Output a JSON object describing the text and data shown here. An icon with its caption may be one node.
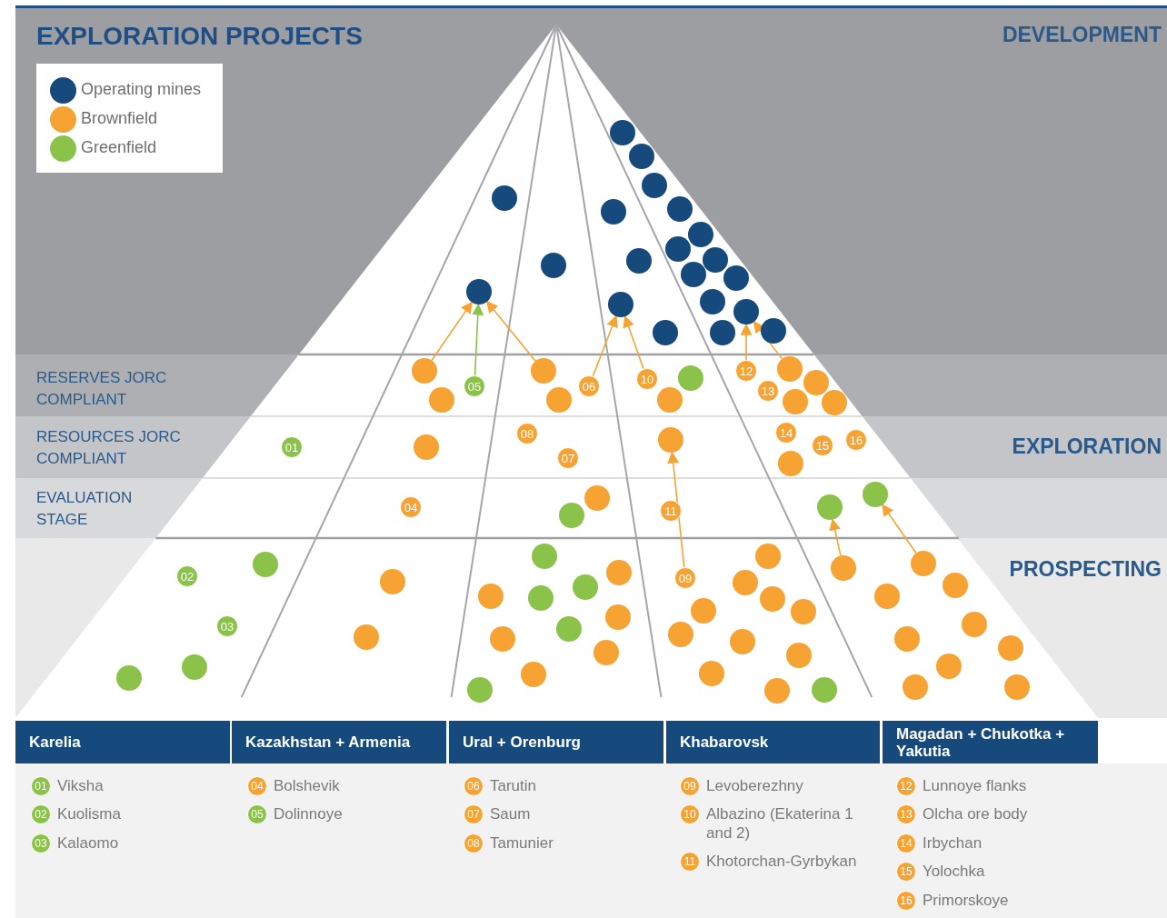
{
  "diagram": {
    "title": "EXPLORATION PROJECTS",
    "nodes": [
      {
        "text": [],
        "shape": "circle"
      },
      {
        "text": [],
        "shape": "circle"
      },
      {
        "text": [],
        "shape": "circle"
      },
      {
        "text": [],
        "shape": "circle"
      },
      {
        "text": [],
        "shape": "circle"
      },
      {
        "text": [],
        "shape": "circle"
      },
      {
        "text": [],
        "shape": "circle"
      },
      {
        "text": [],
        "shape": "circle"
      },
      {
        "text": [],
        "shape": "circle"
      },
      {
        "text": [],
        "shape": "circle"
      },
      {
        "text": [],
        "shape": "circle"
      },
      {
        "text": [],
        "shape": "circle"
      },
      {
        "text": [],
        "shape": "circle"
      },
      {
        "text": [],
        "shape": "circle"
      },
      {
        "text": [],
        "shape": "circle"
      },
      {
        "text": [],
        "shape": "circle"
      },
      {
        "text": [],
        "shape": "circle"
      },
      {
        "text": [],
        "shape": "circle"
      },
      {
        "text": [],
        "shape": "circle"
      },
      {
        "text": [],
        "shape": "circle"
      },
      {
        "text": [],
        "shape": "circle"
      },
      {
        "text": [],
        "shape": "circle"
      },
      {
        "text": [
          "12"
        ]
      },
      {
        "text": [],
        "shape": "circle"
      },
      {
        "text": [
          "05"
        ]
      },
      {
        "text": [
          "06"
        ]
      },
      {
        "text": [
          "10"
        ]
      },
      {
        "text": [],
        "shape": "circle"
      },
      {
        "text": [],
        "shape": "circle"
      },
      {
        "text": [
          "13"
        ]
      },
      {
        "text": [],
        "shape": "circle"
      },
      {
        "text": [],
        "shape": "circle"
      },
      {
        "text": [],
        "shape": "circle"
      },
      {
        "text": [],
        "shape": "circle"
      },
      {
        "text": [],
        "shape": "circle"
      },
      {
        "text": [
          "14"
        ]
      },
      {
        "text": [
          "08"
        ]
      },
      {
        "text": [
          "16"
        ]
      },
      {
        "text": [],
        "shape": "circle"
      },
      {
        "text": [
          "01"
        ]
      },
      {
        "text": [],
        "shape": "circle"
      },
      {
        "text": [
          "15"
        ]
      },
      {
        "text": [
          "07"
        ]
      },
      {
        "text": [],
        "shape": "circle"
      },
      {
        "text": [],
        "shape": "circle"
      },
      {
        "text": [],
        "shape": "circle"
      },
      {
        "text": [],
        "shape": "circle"
      },
      {
        "text": [
          "04"
        ]
      },
      {
        "text": [
          "11"
        ]
      },
      {
        "text": [],
        "shape": "circle"
      },
      {
        "text": [],
        "shape": "circle"
      },
      {
        "text": [],
        "shape": "circle"
      },
      {
        "text": [],
        "shape": "circle"
      },
      {
        "text": [],
        "shape": "circle"
      },
      {
        "text": [],
        "shape": "circle"
      },
      {
        "text": [],
        "shape": "circle"
      },
      {
        "text": [
          "02"
        ]
      },
      {
        "text": [
          "09"
        ]
      },
      {
        "text": [],
        "shape": "circle"
      },
      {
        "text": [],
        "shape": "circle"
      },
      {
        "text": [],
        "shape": "circle"
      },
      {
        "text": [],
        "shape": "circle"
      },
      {
        "text": [],
        "shape": "circle"
      },
      {
        "text": [],
        "shape": "circle"
      },
      {
        "text": [],
        "shape": "circle"
      },
      {
        "text": [],
        "shape": "circle"
      },
      {
        "text": [],
        "shape": "circle"
      },
      {
        "text": [],
        "shape": "circle"
      },
      {
        "text": [],
        "shape": "circle"
      },
      {
        "text": [],
        "shape": "circle"
      },
      {
        "text": [
          "03"
        ]
      },
      {
        "text": [],
        "shape": "circle"
      },
      {
        "text": [],
        "shape": "circle"
      },
      {
        "text": [],
        "shape": "circle"
      },
      {
        "text": [],
        "shape": "circle"
      },
      {
        "text": [],
        "shape": "circle"
      },
      {
        "text": [],
        "shape": "circle"
      },
      {
        "text": [],
        "shape": "circle"
      },
      {
        "text": [],
        "shape": "circle"
      },
      {
        "text": [],
        "shape": "circle"
      },
      {
        "text": [],
        "shape": "circle"
      },
      {
        "text": [],
        "shape": "circle"
      },
      {
        "text": [],
        "shape": "circle"
      },
      {
        "text": [],
        "shape": "circle"
      },
      {
        "text": [],
        "shape": "circle"
      },
      {
        "text": [],
        "shape": "circle"
      },
      {
        "text": [],
        "shape": "circle"
      },
      {
        "text": [],
        "shape": "circle"
      },
      {
        "text": [],
        "shape": "circle"
      },
      {
        "text": [],
        "shape": "circle"
      },
      {
        "text": [
          "Karelia"
        ]
      },
      {
        "text": [
          "Kazakhstan + Armenia"
        ]
      },
      {
        "text": [
          "Ural + Orenburg"
        ]
      },
      {
        "text": [
          "Khabarovsk"
        ]
      },
      {
        "text": [
          "Magadan + Chukotka + Yakutia"
        ]
      },
      {
        "text": [
          "01"
        ],
        "beside": [
          "Viksha"
        ]
      },
      {
        "text": [
          "02"
        ],
        "beside": [
          "Kuolisma"
        ]
      },
      {
        "text": [
          "03"
        ],
        "beside": [
          "Kalaomo"
        ]
      },
      {
        "text": [
          "04"
        ],
        "beside": [
          "Bolshevik"
        ]
      },
      {
        "text": [
          "05"
        ],
        "beside": [
          "Dolinnoye"
        ]
      },
      {
        "text": [
          "06"
        ],
        "beside": [
          "Tarutin"
        ]
      },
      {
        "text": [
          "07"
        ],
        "beside": [
          "Saum"
        ]
      },
      {
        "text": [
          "08"
        ],
        "beside": [
          "Tamunier"
        ]
      },
      {
        "text": [
          "09"
        ],
        "beside": [
          "Levoberezhny"
        ]
      },
      {
        "text": [
          "10"
        ],
        "beside": [
          "Albazino (Ekaterina 1 and 2)"
        ]
      },
      {
        "text": [
          "11"
        ],
        "beside": [
          "Khotorchan-Gyrbykan"
        ]
      },
      {
        "text": [
          "12"
        ],
        "beside": [
          "Lunnoye flanks"
        ]
      },
      {
        "text": [
          "13"
        ],
        "beside": [
          "Olcha ore body"
        ]
      },
      {
        "text": [
          "14"
        ],
        "beside": [
          "Irbychan"
        ]
      },
      {
        "text": [
          "15"
        ],
        "beside": [
          "Yolochka"
        ]
      },
      {
        "text": [
          "16"
        ],
        "beside": [
          "Primorskoye"
        ]
      }
    ],
    "edges": [
      {
        "from": 20,
        "to": 13,
        "arrow": "to"
      },
      {
        "from": 24,
        "to": 13,
        "arrow": "to",
        "color": "#8bc34a"
      },
      {
        "from": 21,
        "to": 13,
        "arrow": "to"
      },
      {
        "from": 25,
        "to": 14,
        "arrow": "to"
      },
      {
        "from": 26,
        "to": 14,
        "arrow": "to"
      },
      {
        "from": 22,
        "to": 16,
        "arrow": "to"
      },
      {
        "from": 23,
        "to": 16,
        "arrow": "to"
      },
      {
        "from": 57,
        "to": 38,
        "arrow": "to"
      },
      {
        "from": 54,
        "to": 46,
        "arrow": "to"
      },
      {
        "from": 53,
        "to": 44,
        "arrow": "to"
      }
    ],
    "labels": [
      "DEVELOPMENT",
      "RESERVES JORC COMPLIANT",
      "RESOURCES JORC COMPLIANT",
      "EXPLORATION",
      "EVALUATION STAGE",
      "PROSPECTING"
    ],
    "legend": [
      {
        "text": "Operating mines",
        "color": "#174a7c"
      },
      {
        "text": "Brownfield",
        "color": "#f7a333"
      },
      {
        "text": "Greenfield",
        "color": "#8bc34a"
      }
    ]
  }
}
